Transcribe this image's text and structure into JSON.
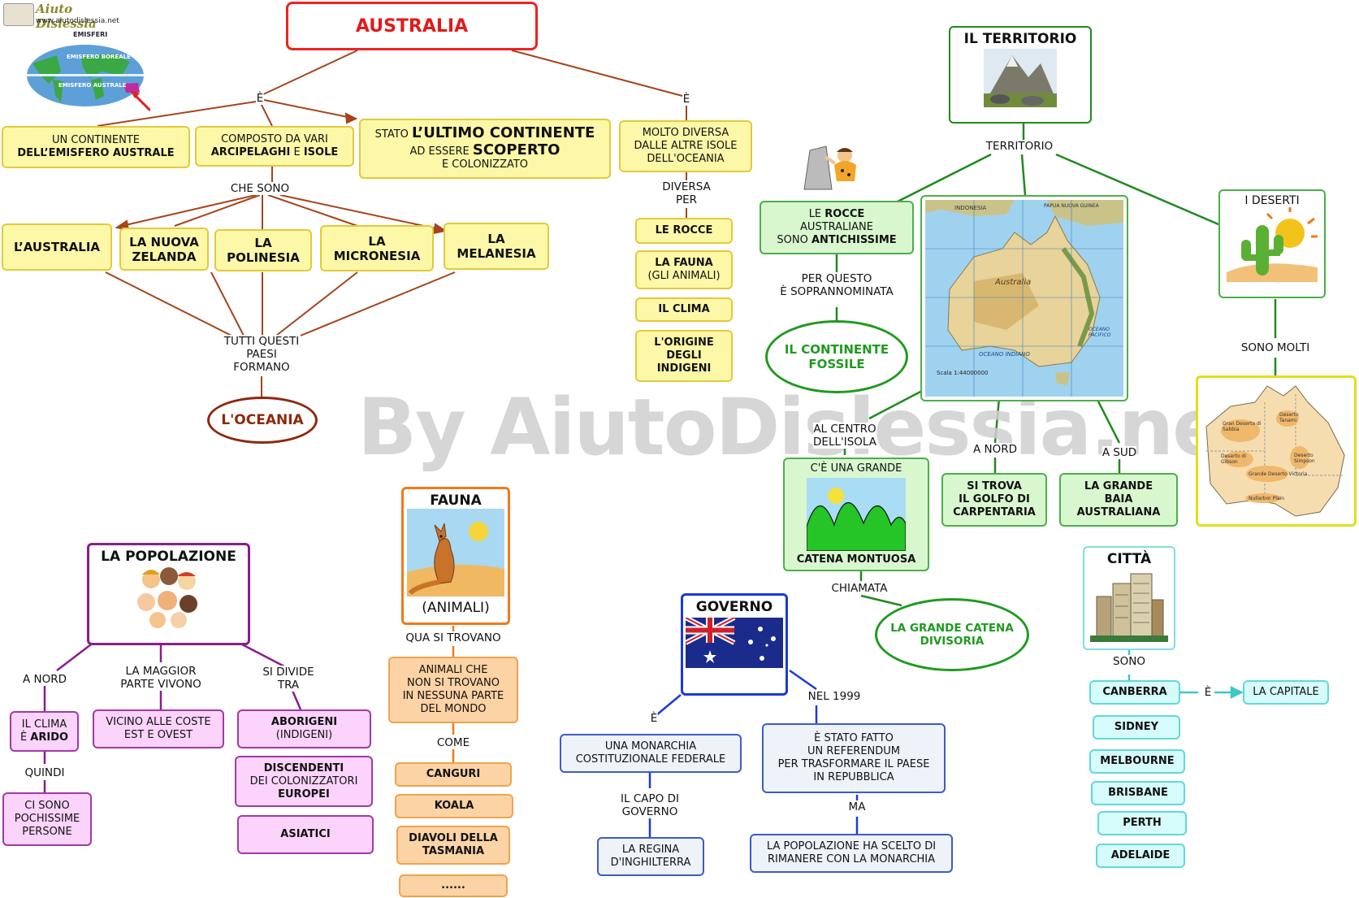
{
  "site": {
    "logo_text": "Aiuto Dislessia",
    "url": "www.aiutodislessia.net",
    "map_title": "EMISFERI",
    "map_north": "EMISFERO BOREALE",
    "map_south": "EMISFERO AUSTRALE"
  },
  "title": "AUSTRALIA",
  "watermark": "By AiutoDislessia.net",
  "left": {
    "link_e1": "È",
    "link_e2": "È",
    "def1": "UN CONTINENTE",
    "def1b": "DELL’EMISFERO AUSTRALE",
    "def2": "COMPOSTO DA VARI",
    "def2b_1": "ARCIPELAGHI",
    "def2b_2": " E ",
    "def2b_3": "ISOLE",
    "def3_a": "STATO ",
    "def3_b": "L’ULTIMO CONTINENTE",
    "def3_c": "AD ESSERE ",
    "def3_d": "SCOPERTO",
    "def3_e": "E COLONIZZATO",
    "def4": [
      "MOLTO DIVERSA",
      "DALLE ALTRE ISOLE",
      "DELL'OCEANIA"
    ],
    "che_sono": "CHE SONO",
    "countries": [
      "L’AUSTRALIA",
      "LA NUOVA ZELANDA",
      "LA POLINESIA",
      "LA MICRONESIA",
      "LA MELANESIA"
    ],
    "formano": [
      "TUTTI QUESTI",
      "PAESI",
      "FORMANO"
    ],
    "oceania": "L'OCEANIA",
    "diversa_per": [
      "DIVERSA",
      "PER"
    ],
    "diff": [
      "LE ROCCE",
      "LA FAUNA",
      "(GLI ANIMALI)",
      "IL CLIMA",
      "L'ORIGINE",
      "DEGLI",
      "INDIGENI"
    ]
  },
  "territorio": {
    "title": "IL TERRITORIO",
    "link": "TERRITORIO",
    "rocce_1": "LE ",
    "rocce_2": "ROCCE",
    "rocce_3": "AUSTRALIANE",
    "rocce_4": "SONO ",
    "rocce_5": "ANTICHISSIME",
    "per_questo": [
      "PER QUESTO",
      "È SOPRANNOMINATA"
    ],
    "fossile": [
      "IL CONTINENTE",
      "FOSSILE"
    ],
    "deserti_title": "I DESERTI",
    "sono_molti": "SONO MOLTI",
    "al_centro": [
      "AL CENTRO",
      "DELL'ISOLA"
    ],
    "a_nord": "A NORD",
    "a_sud": "A SUD",
    "catena_top": "C'È UNA GRANDE",
    "catena_bottom": "CATENA MONTUOSA",
    "golfo": [
      "SI TROVA",
      "IL GOLFO DI",
      "CARPENTARIA"
    ],
    "baia": [
      "LA GRANDE",
      "BAIA",
      "AUSTRALIANA"
    ],
    "chiamata": "CHIAMATA",
    "grande_catena": [
      "LA GRANDE CATENA",
      "DIVISORIA"
    ],
    "map_labels": [
      "INDONESIA",
      "PAPUA NUOVA GUINEA",
      "Australia",
      "OCEANO INDIANO",
      "OCEANO PACIFICO",
      "Scala 1:44000000"
    ],
    "desert_labels": [
      "Gran Deserto di Sabbia",
      "Deserto Tanami",
      "Deserto di Gibson",
      "Grande Deserto Victoria",
      "Deserto Simpson",
      "Nullarbor Plain"
    ]
  },
  "popolazione": {
    "title": "LA POPOLAZIONE",
    "a_nord": "A NORD",
    "maggior": [
      "LA MAGGIOR",
      "PARTE VIVONO"
    ],
    "si_divide": [
      "SI DIVIDE",
      "TRA"
    ],
    "clima_1": "IL CLIMA",
    "clima_2": "È ",
    "clima_3": "ARIDO",
    "quindi": "QUINDI",
    "persone": [
      "CI SONO",
      "POCHISSIME",
      "PERSONE"
    ],
    "coste": [
      "VICINO ALLE COSTE",
      "EST E OVEST"
    ],
    "aborigeni": "ABORIGENI",
    "indigeni": "(INDIGENI)",
    "disc_1": "DISCENDENTI",
    "disc_2": "DEI COLONIZZATORI",
    "disc_3": "EUROPEI",
    "asiatici": "ASIATICI"
  },
  "fauna": {
    "title": "FAUNA",
    "sub": "(ANIMALI)",
    "qua": "QUA SI TROVANO",
    "animali": [
      "ANIMALI CHE",
      "NON SI TROVANO",
      "IN NESSUNA PARTE",
      "DEL MONDO"
    ],
    "come": "COME",
    "list": [
      "CANGURI",
      "KOALA",
      "DIAVOLI DELLA",
      "TASMANIA",
      "......"
    ]
  },
  "governo": {
    "title": "GOVERNO",
    "e": "È",
    "nel_1999": "NEL 1999",
    "monarchia": [
      "UNA MONARCHIA",
      "COSTITUZIONALE FEDERALE"
    ],
    "capo": [
      "IL CAPO DI",
      "GOVERNO"
    ],
    "regina": [
      "LA REGINA",
      "D'INGHILTERRA"
    ],
    "referendum": [
      "È STATO FATTO",
      "UN REFERENDUM",
      "PER TRASFORMARE IL PAESE",
      "IN REPUBBLICA"
    ],
    "ma": "MA",
    "scelta": [
      "LA POPOLAZIONE HA SCELTO DI",
      "RIMANERE CON LA MONARCHIA"
    ]
  },
  "citta": {
    "title": "CITTÀ",
    "sono": "SONO",
    "e": "È",
    "capitale": "LA CAPITALE",
    "list": [
      "CANBERRA",
      "SIDNEY",
      "MELBOURNE",
      "BRISBANE",
      "PERTH",
      "ADELAIDE"
    ]
  },
  "colors": {
    "title_red": "#e01b1b",
    "oceania": "#8b2a0c",
    "green": "#1f9a1f",
    "purple": "#8a1c90",
    "blue": "#1a3bd6",
    "cyan": "#3cc8c8",
    "orange": "#f07a1a"
  }
}
